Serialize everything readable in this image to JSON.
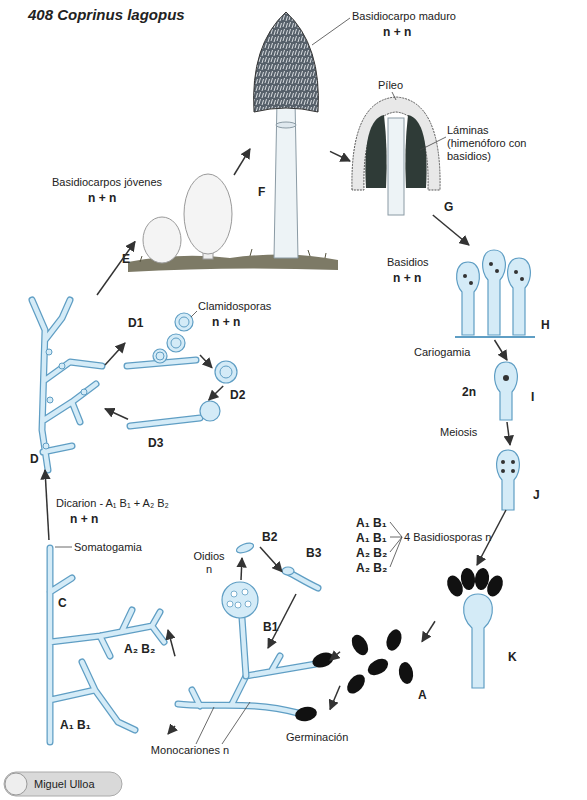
{
  "diagram": {
    "title": "408 Coprinus lagopus",
    "nodes": [
      {
        "text": [
          "Basidiocarpos jóvenes",
          "n + n",
          "E"
        ]
      },
      {
        "text": [
          "Basidiocarpo maduro",
          "n + n",
          "F"
        ]
      },
      {
        "text": [
          "Píleo",
          "Láminas (himenóforo con basidios)",
          "G"
        ]
      },
      {
        "text": [
          "Basidios",
          "n + n",
          "H"
        ]
      },
      {
        "text": [
          "2n",
          "I"
        ]
      },
      {
        "text": [
          "J"
        ]
      },
      {
        "text": [
          "A₁ B₁",
          "A₁ B₁",
          "A₂ B₂",
          "A₂ B₂",
          "4 Basidiosporas n",
          "K"
        ]
      },
      {
        "text": [
          "A"
        ]
      },
      {
        "text": [
          "Oidios n",
          "B1"
        ]
      },
      {
        "text": [
          "B2"
        ]
      },
      {
        "text": [
          "B3"
        ]
      },
      {
        "text": [
          "Monocariones n",
          "Germinación"
        ]
      },
      {
        "text": [
          "Somatogamia",
          "C",
          "A₂ B₂",
          "A₁ B₁"
        ]
      },
      {
        "text": [
          "D",
          "Dicarion - A₁ B₁ + A₂ B₂",
          "n + n"
        ]
      },
      {
        "text": [
          "Clamidosporas",
          "n + n",
          "D1"
        ]
      },
      {
        "text": [
          "D2"
        ]
      },
      {
        "text": [
          "D3"
        ]
      }
    ],
    "edges": [
      {
        "from": 0,
        "to": 1,
        "arrow": "to"
      },
      {
        "from": 1,
        "to": 2,
        "arrow": "to"
      },
      {
        "from": 2,
        "to": 3,
        "arrow": "to"
      },
      {
        "from": 3,
        "to": 4,
        "label": "Cariogamia",
        "arrow": "to"
      },
      {
        "from": 4,
        "to": 5,
        "label": "Meiosis",
        "arrow": "to"
      },
      {
        "from": 5,
        "to": 6,
        "arrow": "to"
      },
      {
        "from": 6,
        "to": 7,
        "arrow": "to"
      },
      {
        "from": 7,
        "to": 11,
        "arrow": "to"
      },
      {
        "from": 7,
        "to": 11,
        "arrow": "to"
      },
      {
        "from": 8,
        "to": 9,
        "arrow": "to"
      },
      {
        "from": 9,
        "to": 10,
        "arrow": "to"
      },
      {
        "from": 10,
        "to": 11,
        "arrow": "to"
      },
      {
        "from": 11,
        "to": 12,
        "arrow": "to"
      },
      {
        "from": 11,
        "to": 12,
        "arrow": "to"
      },
      {
        "from": 12,
        "to": 13,
        "arrow": "to"
      },
      {
        "from": 13,
        "to": 14,
        "arrow": "to"
      },
      {
        "from": 14,
        "to": 15,
        "arrow": "to"
      },
      {
        "from": 15,
        "to": 16,
        "arrow": "to"
      },
      {
        "from": 16,
        "to": 13,
        "arrow": "to"
      },
      {
        "from": 13,
        "to": 0,
        "arrow": "to"
      }
    ],
    "labels": [
      "Miguel Ulloa"
    ]
  }
}
